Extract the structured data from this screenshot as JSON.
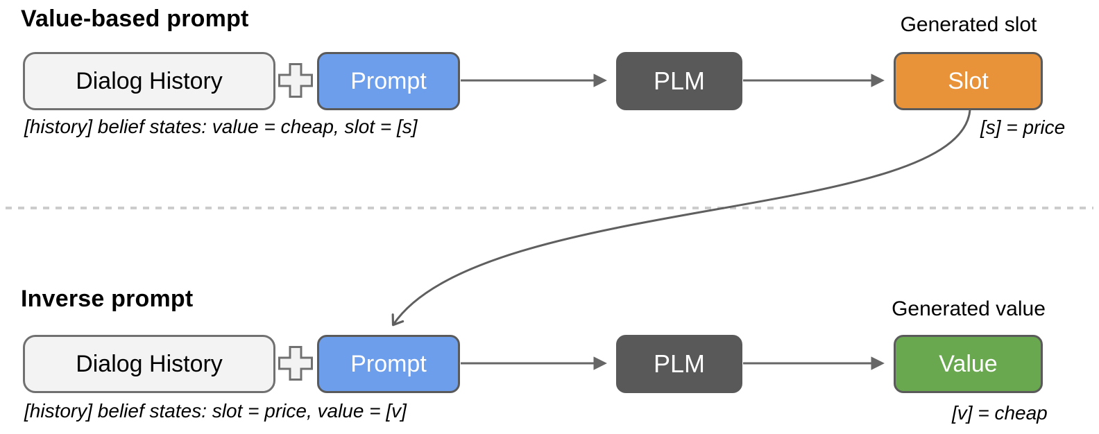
{
  "figure": {
    "sections": [
      {
        "title": "Value-based prompt",
        "generated_label": "Generated slot",
        "nodes": {
          "dialog_history": "Dialog History",
          "prompt": "Prompt",
          "plm": "PLM",
          "output": "Slot"
        },
        "output_color": "#e8923a",
        "prompt_caption": "[history] belief states: value = cheap, slot = [s]",
        "output_caption": "[s] = price"
      },
      {
        "title": "Inverse prompt",
        "generated_label": "Generated value",
        "nodes": {
          "dialog_history": "Dialog History",
          "prompt": "Prompt",
          "plm": "PLM",
          "output": "Value"
        },
        "output_color": "#6aa84f",
        "prompt_caption": "[history] belief states: slot = price, value = [v]",
        "output_caption": "[v] = cheap"
      }
    ],
    "colors": {
      "dialog_history_fill": "#f3f3f3",
      "prompt_fill": "#6d9eeb",
      "plm_fill": "#595959",
      "slot_fill": "#e8923a",
      "value_fill": "#6aa84f",
      "box_border": "#5a5a5a",
      "arrow": "#666666",
      "divider": "#cccccc",
      "text": "#000000"
    }
  }
}
